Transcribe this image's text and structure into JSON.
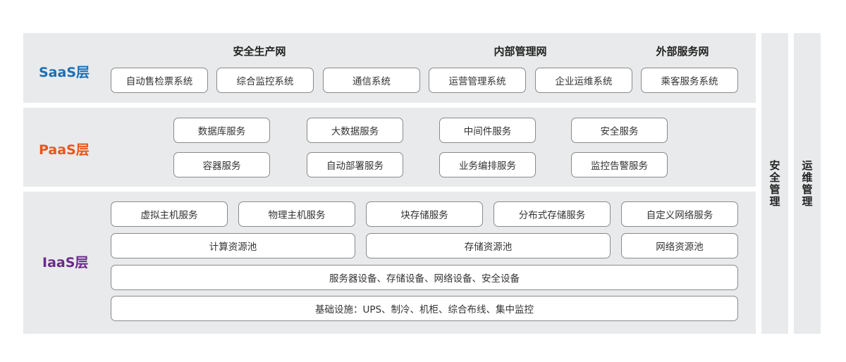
{
  "colors": {
    "saas": "#1a6fb5",
    "paas": "#e8561c",
    "iaas": "#6a2a8c",
    "band_bg": "#e9eaeb"
  },
  "saas": {
    "label": "SaaS层",
    "groups": [
      "安全生产网",
      "内部管理网",
      "外部服务网"
    ],
    "items": [
      "自动售检票系统",
      "综合监控系统",
      "通信系统",
      "运营管理系统",
      "企业运维系统",
      "乘客服务系统"
    ]
  },
  "paas": {
    "label": "PaaS层",
    "row1": [
      "数据库服务",
      "大数据服务",
      "中间件服务",
      "安全服务"
    ],
    "row2": [
      "容器服务",
      "自动部署服务",
      "业务编排服务",
      "监控告警服务"
    ]
  },
  "iaas": {
    "label": "IaaS层",
    "services": [
      "虚拟主机服务",
      "物理主机服务",
      "块存储服务",
      "分布式存储服务",
      "自定义网络服务"
    ],
    "pools": [
      "计算资源池",
      "存储资源池",
      "网络资源池"
    ],
    "devices": "服务器设备、存储设备、网络设备、安全设备",
    "infrastructure": "基础设施：UPS、制冷、机柜、综合布线、集中监控"
  },
  "side": {
    "security": "安全管理",
    "ops": "运维管理"
  }
}
